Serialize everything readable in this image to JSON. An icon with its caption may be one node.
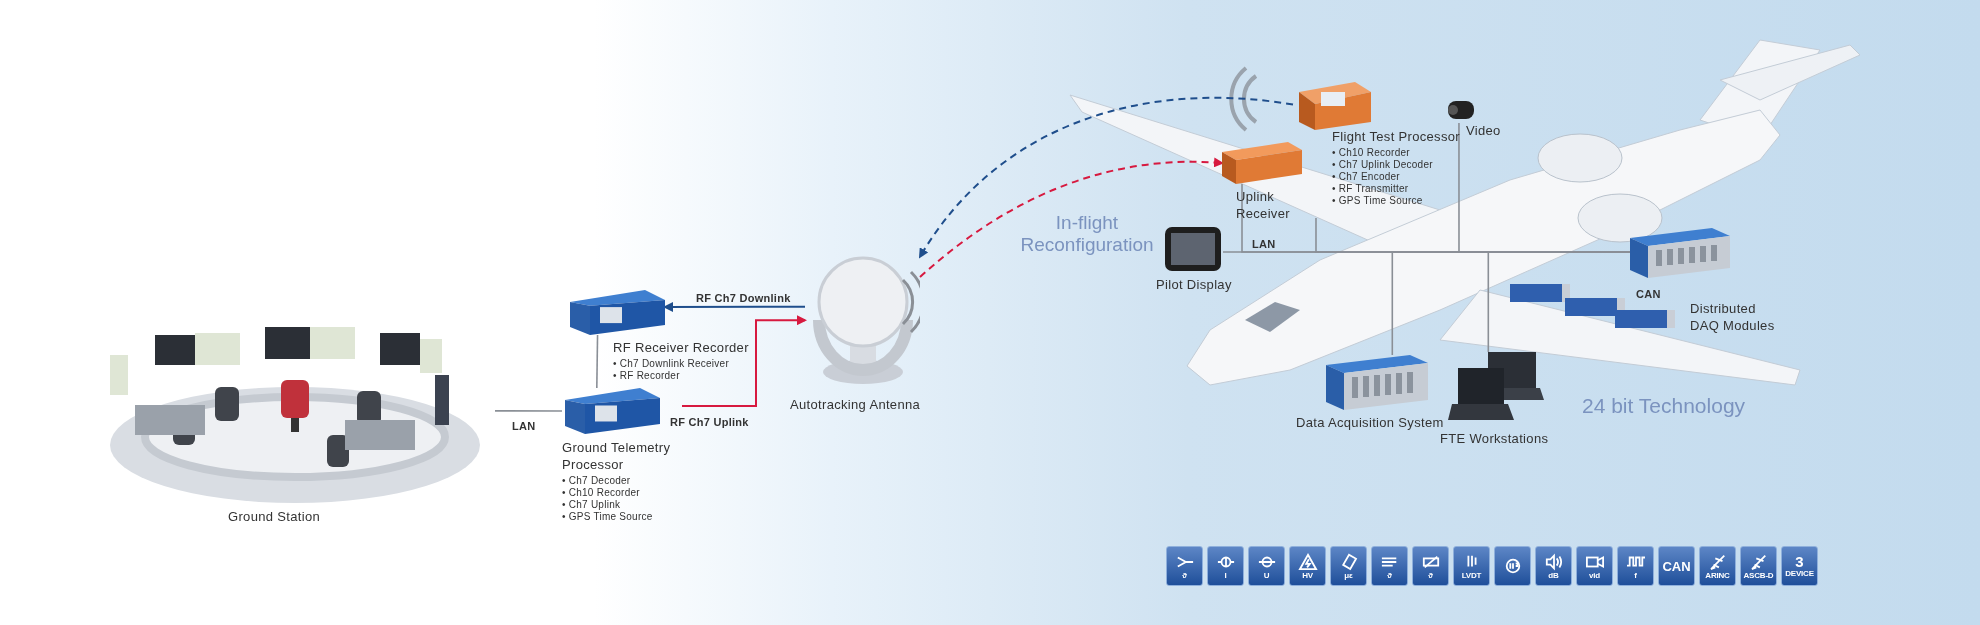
{
  "diagram": {
    "nodes": [
      {
        "text": [
          "Ground Station"
        ]
      },
      {
        "text": [
          "RF Receiver Recorder",
          "• Ch7 Downlink Receiver",
          "• RF Recorder"
        ]
      },
      {
        "text": [
          "Ground Telemetry Processor",
          "• Ch7 Decoder",
          "• Ch10 Recorder",
          "• Ch7 Uplink",
          "• GPS Time Source"
        ]
      },
      {
        "text": [
          "Autotracking Antenna"
        ]
      },
      {
        "text": [
          "Uplink Receiver"
        ]
      },
      {
        "text": [
          "Flight Test Processor",
          "• Ch10 Recorder",
          "• Ch7 Uplink Decoder",
          "• Ch7 Encoder",
          "• RF Transmitter",
          "• GPS Time Source"
        ]
      },
      {
        "text": [
          "Video"
        ]
      },
      {
        "text": [
          "Pilot Display"
        ]
      },
      {
        "text": [
          "Distributed DAQ Modules"
        ]
      },
      {
        "text": [],
        "shape": "picture"
      },
      {
        "text": [
          "Data Acquisition System"
        ]
      },
      {
        "text": [
          "FTE Workstations"
        ]
      }
    ],
    "edges": [
      {
        "from": 0,
        "to": 2,
        "arrow": "none",
        "label": "LAN"
      },
      {
        "from": 1,
        "to": 2,
        "arrow": "none"
      },
      {
        "from": 3,
        "to": 1,
        "arrow": "to",
        "label": "RF Ch7 Downlink",
        "color": "#1f4e8c"
      },
      {
        "from": 2,
        "to": 3,
        "arrow": "to",
        "label": "RF Ch7 Uplink",
        "color": "#d7193f"
      },
      {
        "from": 5,
        "to": 3,
        "arrow": "to",
        "style": "dashed",
        "color": "#1f4e8c"
      },
      {
        "from": 3,
        "to": 4,
        "arrow": "to",
        "style": "dashed",
        "color": "#d7193f"
      },
      {
        "from": 7,
        "to": 9,
        "arrow": "none",
        "label": "LAN"
      },
      {
        "from": 4,
        "to": 9,
        "arrow": "none"
      },
      {
        "from": 5,
        "to": 9,
        "arrow": "none"
      },
      {
        "from": 6,
        "to": 9,
        "arrow": "none"
      },
      {
        "from": 10,
        "to": 9,
        "arrow": "none"
      },
      {
        "from": 11,
        "to": 9,
        "arrow": "none"
      }
    ],
    "labels": [
      "In-flight Reconfiguration",
      "24 bit Technology",
      "CAN",
      "ϑ",
      "I",
      "U",
      "HV",
      "με",
      "ϑ",
      "ϑ",
      "LVDT",
      "dB",
      "vid",
      "f",
      "CAN",
      "ARINC",
      "ASCB-D",
      "3",
      "DEVICE"
    ]
  }
}
